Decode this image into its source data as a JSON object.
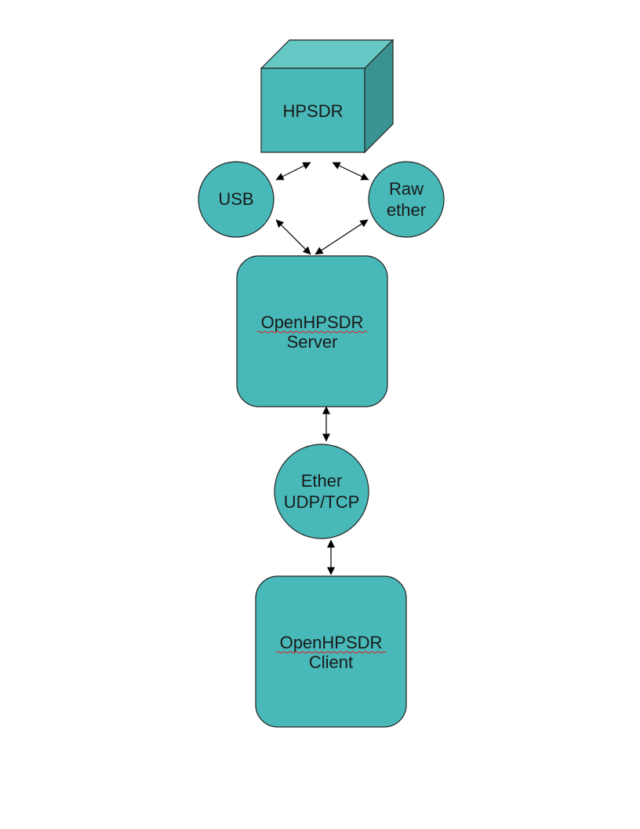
{
  "diagram": {
    "colors": {
      "fill": "#48b8b8",
      "cube_top": "#66c8c4",
      "cube_side": "#3a9390",
      "stroke": "#222222",
      "misspelling_underline": "#e02020"
    },
    "nodes": {
      "hpsdr": {
        "shape": "cube",
        "label": "HPSDR"
      },
      "usb": {
        "shape": "circle",
        "label": "USB"
      },
      "raw_ether": {
        "shape": "circle",
        "label_line1": "Raw",
        "label_line2": "ether"
      },
      "server": {
        "shape": "rounded-square",
        "label_line1": "OpenHPSDR",
        "label_line2": "Server"
      },
      "ether_udp": {
        "shape": "circle",
        "label_line1": "Ether",
        "label_line2": "UDP/TCP"
      },
      "client": {
        "shape": "rounded-square",
        "label_line1": "OpenHPSDR",
        "label_line2": "Client"
      }
    },
    "edges": [
      {
        "from": "usb",
        "to": "hpsdr",
        "arrow": "both"
      },
      {
        "from": "raw_ether",
        "to": "hpsdr",
        "arrow": "both"
      },
      {
        "from": "usb",
        "to": "server",
        "arrow": "both"
      },
      {
        "from": "raw_ether",
        "to": "server",
        "arrow": "both"
      },
      {
        "from": "server",
        "to": "ether_udp",
        "arrow": "both"
      },
      {
        "from": "ether_udp",
        "to": "client",
        "arrow": "both"
      }
    ]
  }
}
